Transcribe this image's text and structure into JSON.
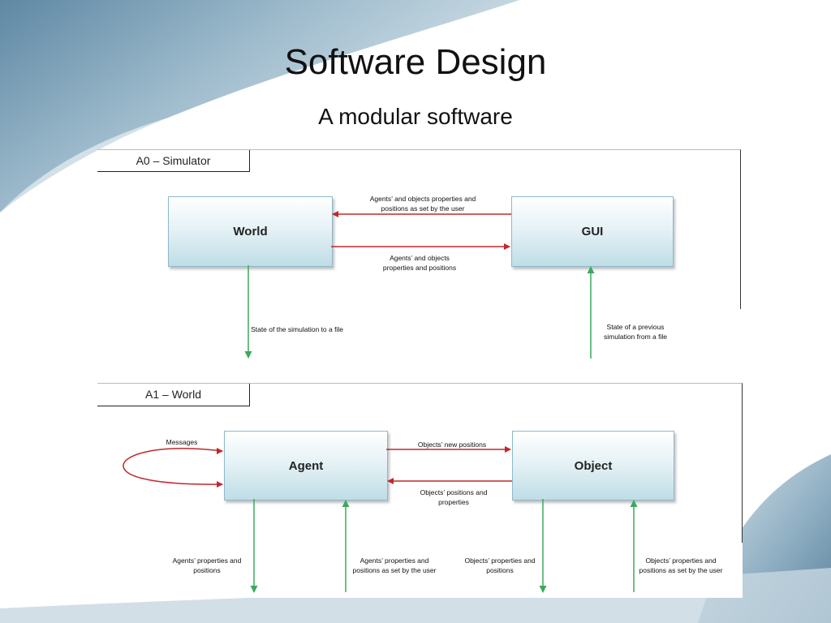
{
  "slide": {
    "title": "Software Design",
    "subtitle": "A modular software"
  },
  "colors": {
    "forward_arrow": "#c0282d",
    "io_arrow": "#3aaa5c",
    "box_border": "#8fb9c8",
    "background_blue": "#6f93ac"
  },
  "diagram_a0": {
    "label": "A0 – Simulator",
    "nodes": {
      "world": "World",
      "gui": "GUI"
    },
    "edges": {
      "gui_to_world": "Agents’ and objects properties and positions as set by the user",
      "world_to_gui": "Agents’ and objects properties and positions",
      "world_out": "State of the simulation to a file",
      "gui_in": "State of a previous simulation from a file"
    }
  },
  "diagram_a1": {
    "label": "A1 – World",
    "nodes": {
      "agent": "Agent",
      "object": "Object"
    },
    "edges": {
      "messages_loop": "Messages",
      "agent_to_object": "Objects’ new positions",
      "object_to_agent": "Objects’ positions and properties",
      "agent_out": "Agents’ properties and positions",
      "agent_in": "Agents’ properties and positions as set by the user",
      "object_out": "Objects’ properties and positions",
      "object_in": "Objects’ properties and positions as set by the user"
    }
  }
}
